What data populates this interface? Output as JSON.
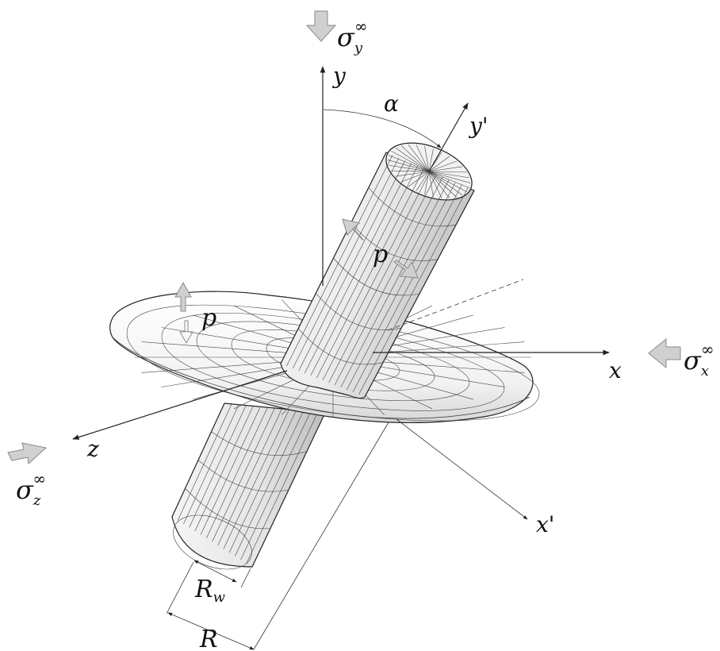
{
  "labels": {
    "axis_y": "y",
    "axis_x": "x",
    "axis_z": "z",
    "axis_y_prime": "y'",
    "axis_x_prime": "x'",
    "angle": "α",
    "pressure_top": "p",
    "pressure_left": "p",
    "radius_wellbore": "R",
    "radius_wellbore_sub": "w",
    "radius_fracture": "R"
  },
  "stresses": {
    "sigma_y": {
      "base": "σ",
      "sub": "y",
      "sup": "∞"
    },
    "sigma_x": {
      "base": "σ",
      "sub": "x",
      "sup": "∞"
    },
    "sigma_z": {
      "base": "σ",
      "sub": "z",
      "sup": "∞"
    }
  },
  "colors": {
    "line": "#222222",
    "arrow_fill": "#d0d0d0",
    "arrow_stroke": "#8a8a8a",
    "surface_light": "#fbfbfb",
    "surface_shade": "#c9c9c9"
  },
  "icons": {
    "load_arrow": "block-arrow"
  }
}
